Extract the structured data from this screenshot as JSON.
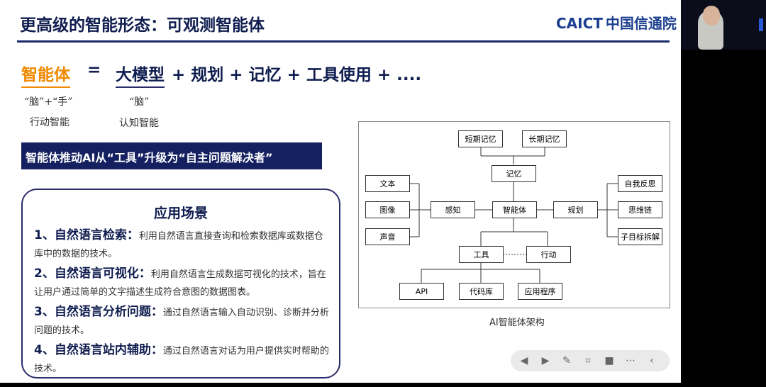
{
  "slide": {
    "title": "更高级的智能形态：可观测智能体",
    "logo_en": "CAICT",
    "logo_cn": "中国信通院",
    "formula": {
      "lhs": "智能体",
      "eq": "=",
      "terms": [
        "大模型",
        "+ 规划 + 记忆 + 工具使用 + ...."
      ]
    },
    "lhs_note": [
      "“脑”+“手”",
      "行动智能"
    ],
    "rhs_note": [
      "“脑”",
      "认知智能"
    ],
    "banner": "智能体推动AI从“工具”升级为“自主问题解决者”",
    "card": {
      "title": "应用场景",
      "items": [
        {
          "head": "1、自然语言检索：",
          "body": "利用自然语言直接查询和检索数据库或数据仓库中的数据的技术。"
        },
        {
          "head": "2、自然语言可视化：",
          "body": "利用自然语言生成数据可视化的技术，旨在让用户通过简单的文字描述生成符合意图的数据图表。"
        },
        {
          "head": "3、自然语言分析问题：",
          "body": "通过自然语言输入自动识别、诊断并分析问题的技术。"
        },
        {
          "head": "4、自然语言站内辅助：",
          "body": "通过自然语言对话为用户提供实时帮助的技术。"
        }
      ]
    },
    "diagram": {
      "caption": "AI智能体架构",
      "nodes": {
        "short_mem": "短期记忆",
        "long_mem": "长期记忆",
        "memory": "记忆",
        "text": "文本",
        "image": "图像",
        "audio": "声音",
        "perception": "感知",
        "agent": "智能体",
        "planning": "规划",
        "reflection": "自我反思",
        "cot": "思维链",
        "subgoal": "子目标拆解",
        "tools": "工具",
        "action": "行动",
        "api": "API",
        "codebase": "代码库",
        "apps": "应用程序"
      }
    }
  },
  "colors": {
    "accent": "#f08a00",
    "navy": "#0f1d4f"
  }
}
